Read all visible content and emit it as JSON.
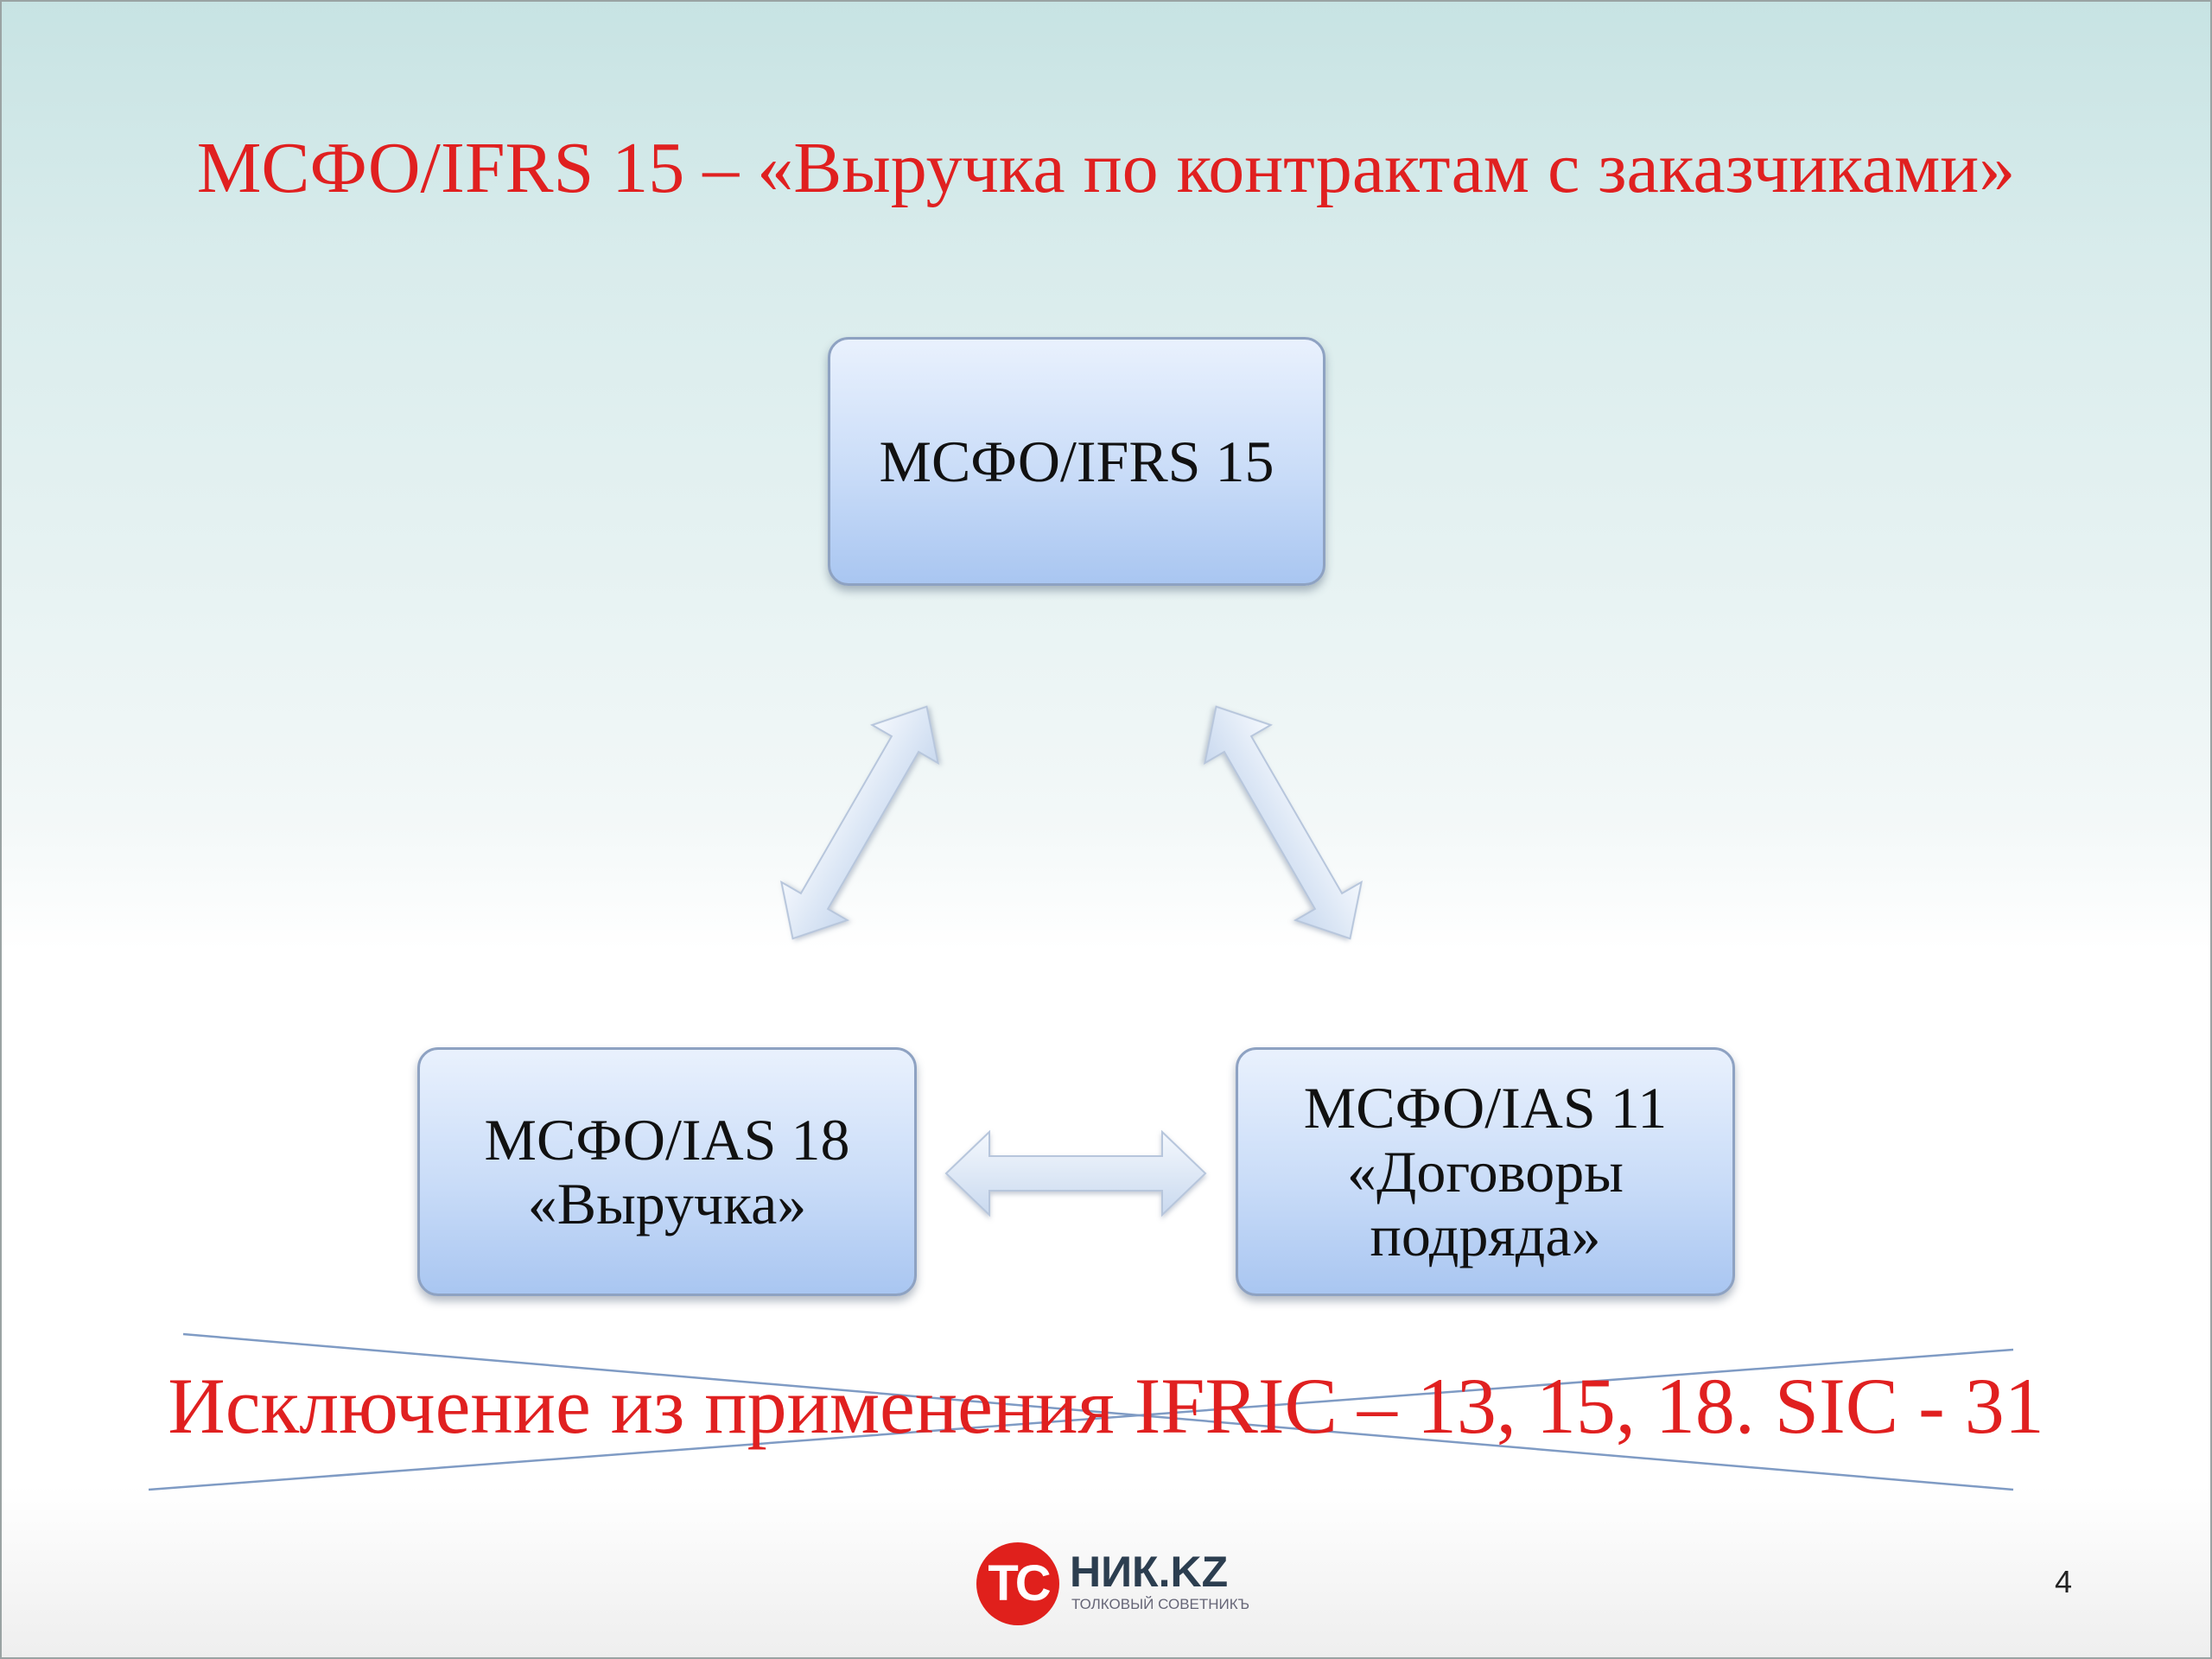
{
  "slide": {
    "title": "МСФО/IFRS 15 – «Выручка по контрактам с заказчиками»",
    "page_number": "4"
  },
  "diagram": {
    "nodes": {
      "top": {
        "line1": "МСФО/IFRS 15"
      },
      "left": {
        "line1": "МСФО/IAS 18",
        "line2": "«Выручка»"
      },
      "right": {
        "line1": "МСФО/IAS 11",
        "line2": "«Договоры",
        "line3": "подряда»"
      }
    },
    "connections": [
      {
        "from": "top",
        "to": "left",
        "type": "bidirectional-arrow"
      },
      {
        "from": "top",
        "to": "right",
        "type": "bidirectional-arrow"
      },
      {
        "from": "left",
        "to": "right",
        "type": "bidirectional-arrow"
      }
    ]
  },
  "exclusion": {
    "text": "Исключение из применения IFRIC – 13, 15, 18. SIC - 31",
    "crossed_out": true
  },
  "logo": {
    "mark": "ТС",
    "name": "НИК.KZ",
    "tagline": "ТОЛКОВЫЙ СОВЕТНИКЪ"
  },
  "colors": {
    "title_red": "#e02020",
    "node_fill": "#c9dcf8",
    "node_border": "#8ea2c2",
    "arrow_fill": "#dde8f6",
    "logo_red": "#e0201c"
  }
}
